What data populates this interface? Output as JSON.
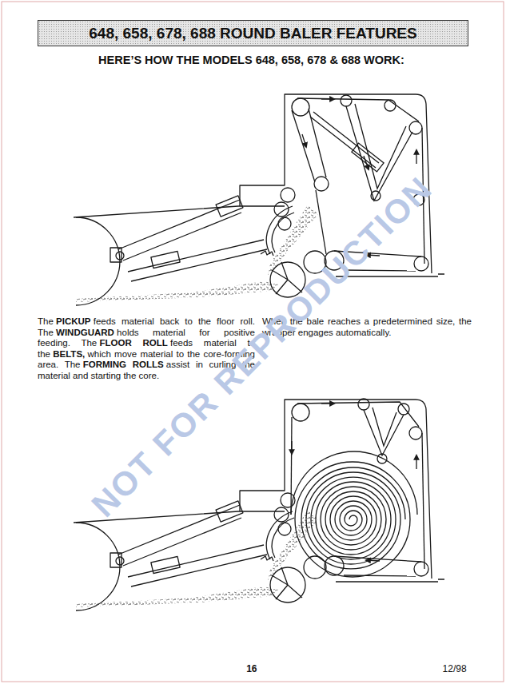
{
  "diagram": {
    "title": "648, 658, 678, 688 ROUND BALER FEATURES",
    "labels": [
      "HERE’S HOW THE MODELS 648, 658, 678 & 688 WORK:",
      "The",
      "PICKUP",
      "feeds material back to the floor roll. The",
      "WINDGUARD",
      "holds material for positive feeding. The",
      "FLOOR ROLL",
      "feeds material to the",
      "BELTS,",
      "which move material to the core-forming area. The",
      "FORMING ROLLS",
      "assist in curling the material and starting the core.",
      "When the bale reaches a predetermined size, the wrapper engages automatically.",
      "NOT FOR REPRODUCTION",
      "16",
      "12/98"
    ]
  }
}
